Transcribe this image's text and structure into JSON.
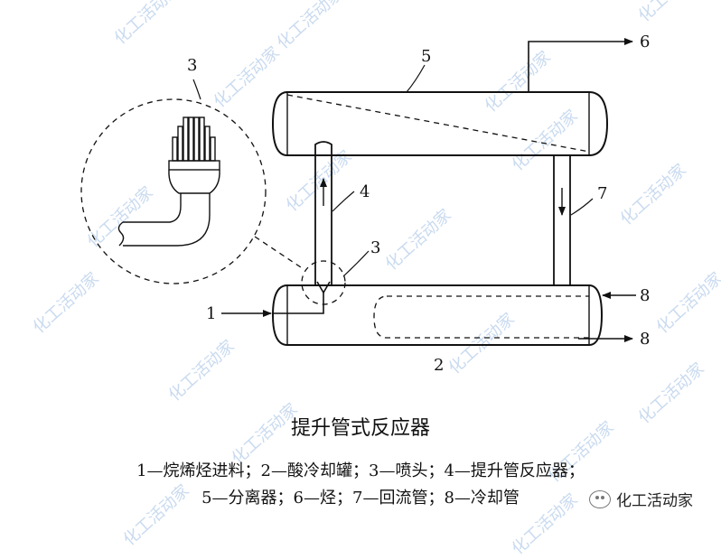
{
  "diagram": {
    "title": "提升管式反应器",
    "legend_line1": "1—烷烯烃进料；2—酸冷却罐；3—喷头；4—提升管反应器；",
    "legend_line2": "5—分离器；6—烃；7—回流管；8—冷却管",
    "labels": {
      "n1": "1",
      "n2": "2",
      "n3_detail": "3",
      "n3_nozzle": "3",
      "n4": "4",
      "n5": "5",
      "n6": "6",
      "n7": "7",
      "n8_in": "8",
      "n8_out": "8"
    }
  },
  "watermark": {
    "text": "化工活动家",
    "color": "#bcd2ec"
  },
  "brand": {
    "text": "化工活动家"
  }
}
